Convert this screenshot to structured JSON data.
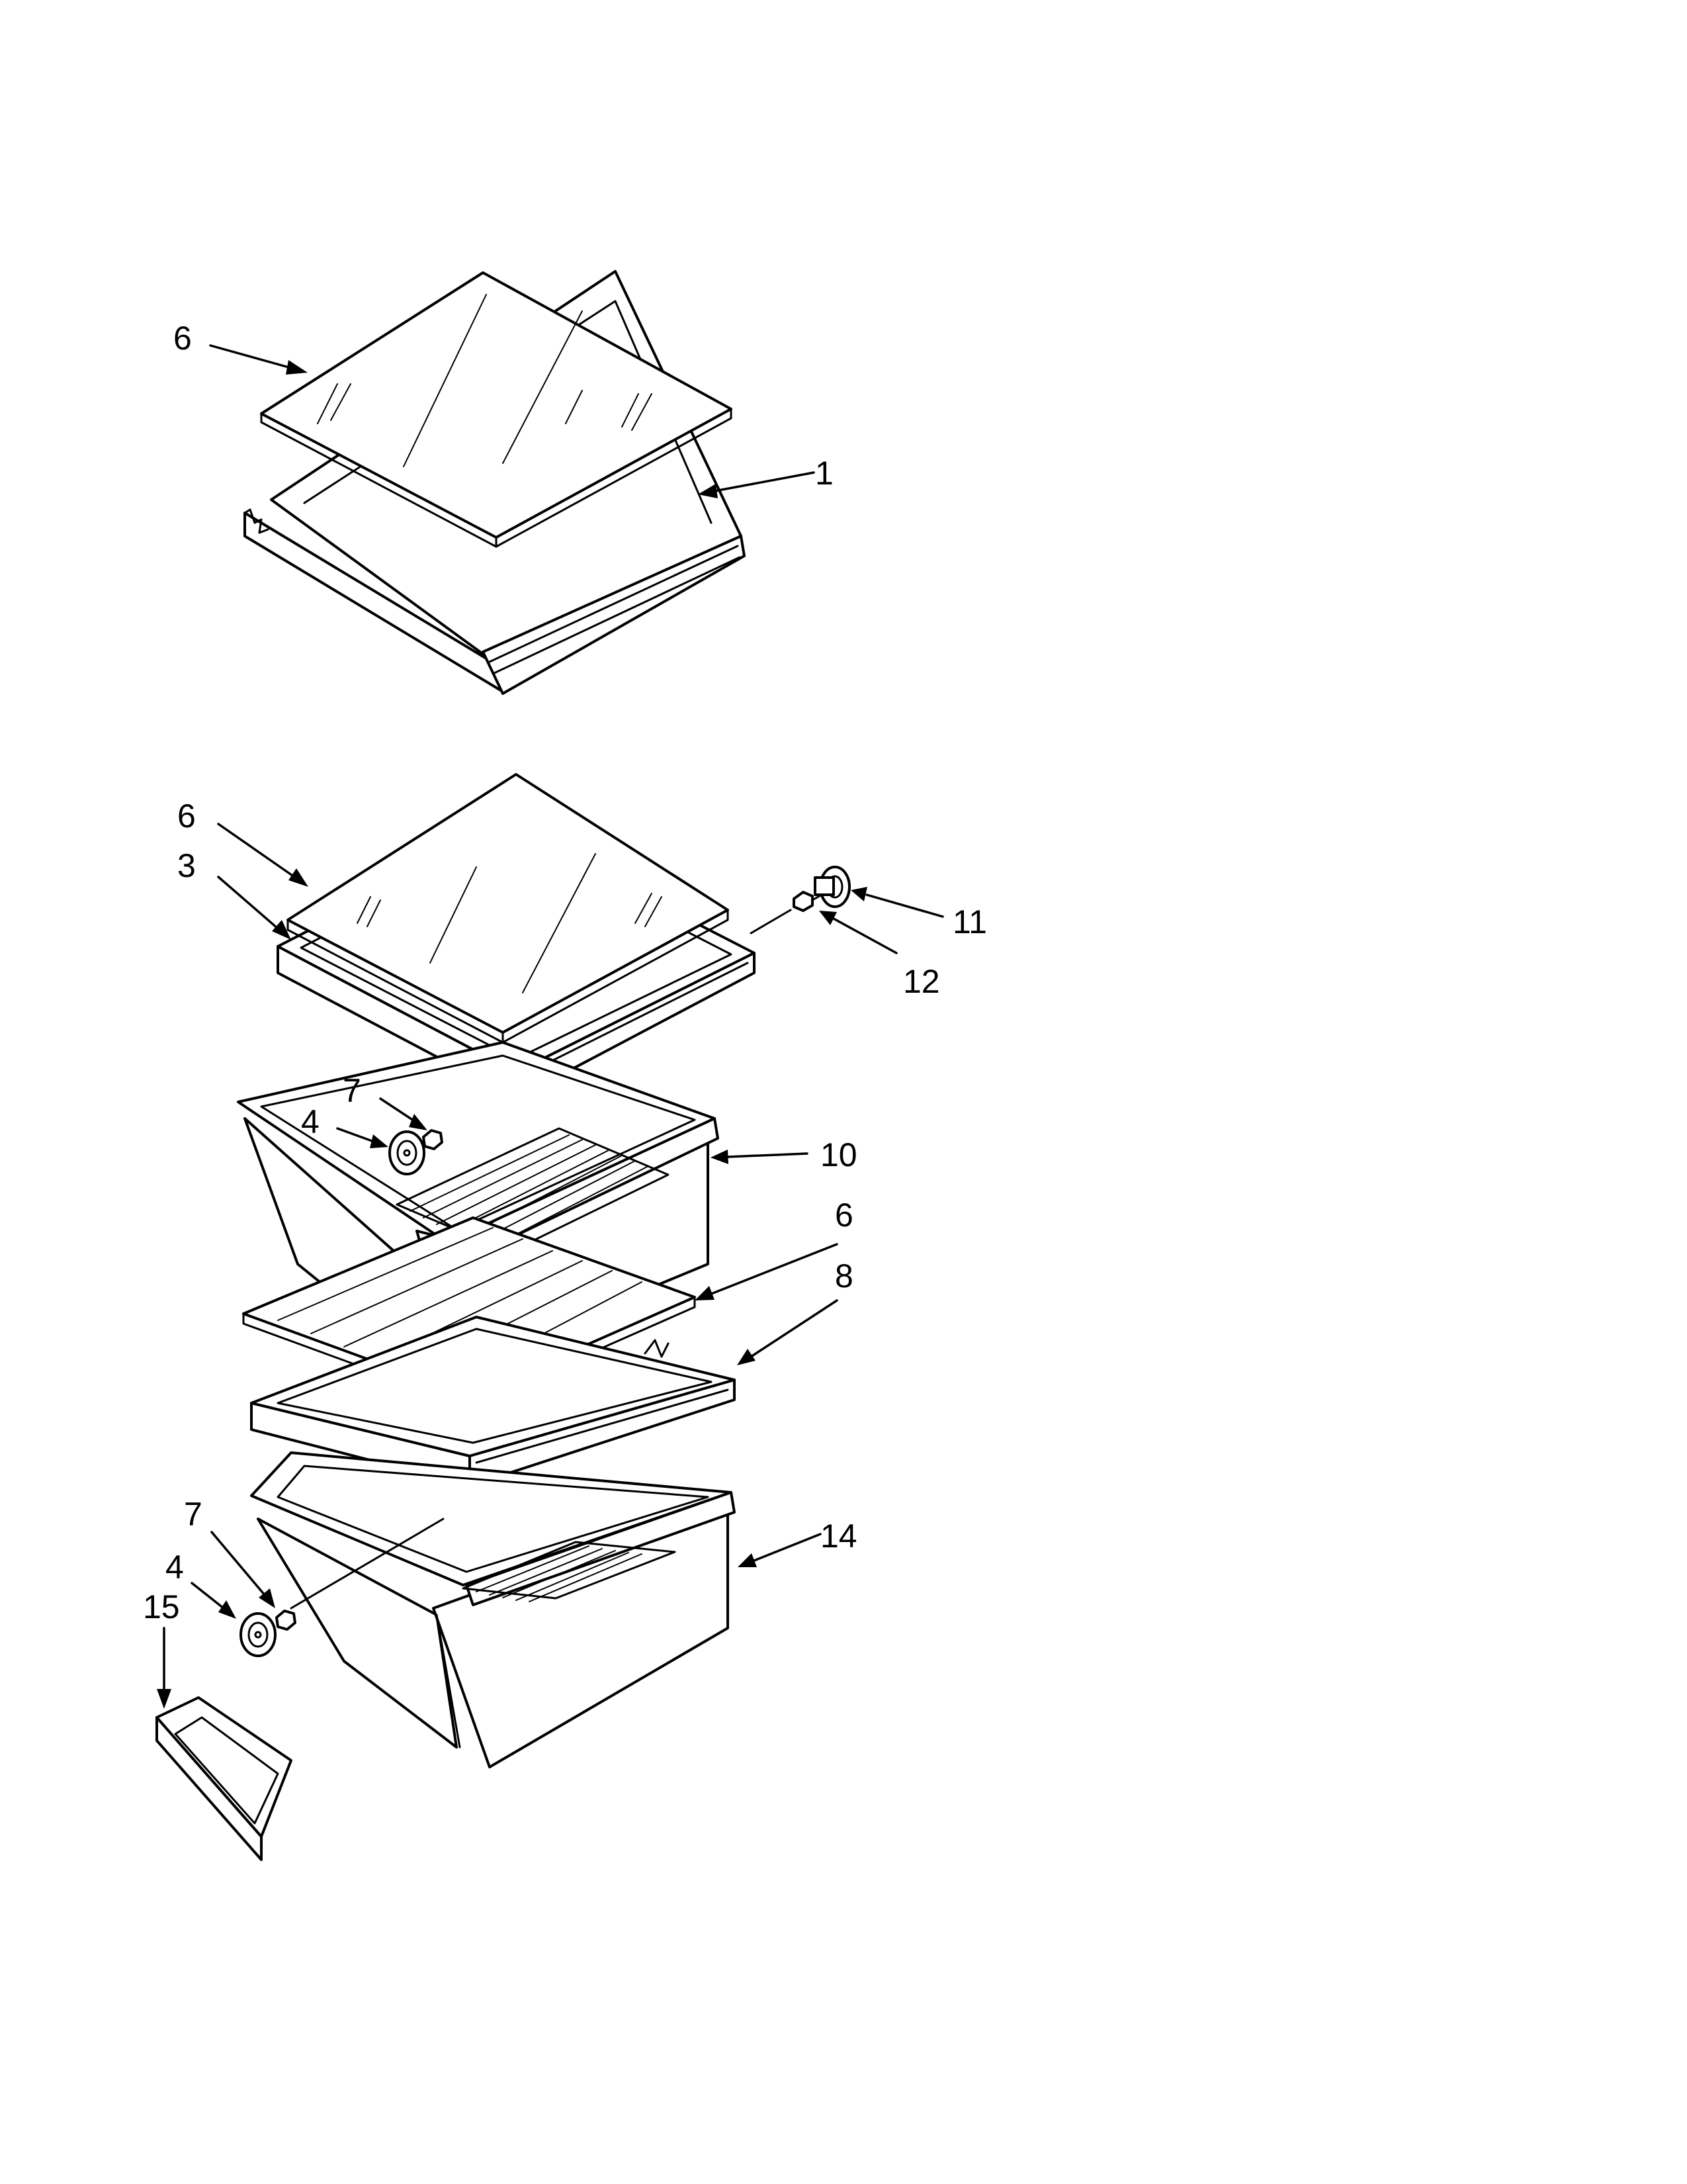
{
  "diagram": {
    "callouts": [
      {
        "id": "c6a",
        "text": "6"
      },
      {
        "id": "c1",
        "text": "1"
      },
      {
        "id": "c6b",
        "text": "6"
      },
      {
        "id": "c3",
        "text": "3"
      },
      {
        "id": "c11",
        "text": "11"
      },
      {
        "id": "c12",
        "text": "12"
      },
      {
        "id": "c7a",
        "text": "7"
      },
      {
        "id": "c4a",
        "text": "4"
      },
      {
        "id": "c10",
        "text": "10"
      },
      {
        "id": "c6c",
        "text": "6"
      },
      {
        "id": "c8",
        "text": "8"
      },
      {
        "id": "c7b",
        "text": "7"
      },
      {
        "id": "c4b",
        "text": "4"
      },
      {
        "id": "c15",
        "text": "15"
      },
      {
        "id": "c14",
        "text": "14"
      }
    ]
  },
  "colors": {
    "line": "#000000",
    "background": "#ffffff"
  }
}
